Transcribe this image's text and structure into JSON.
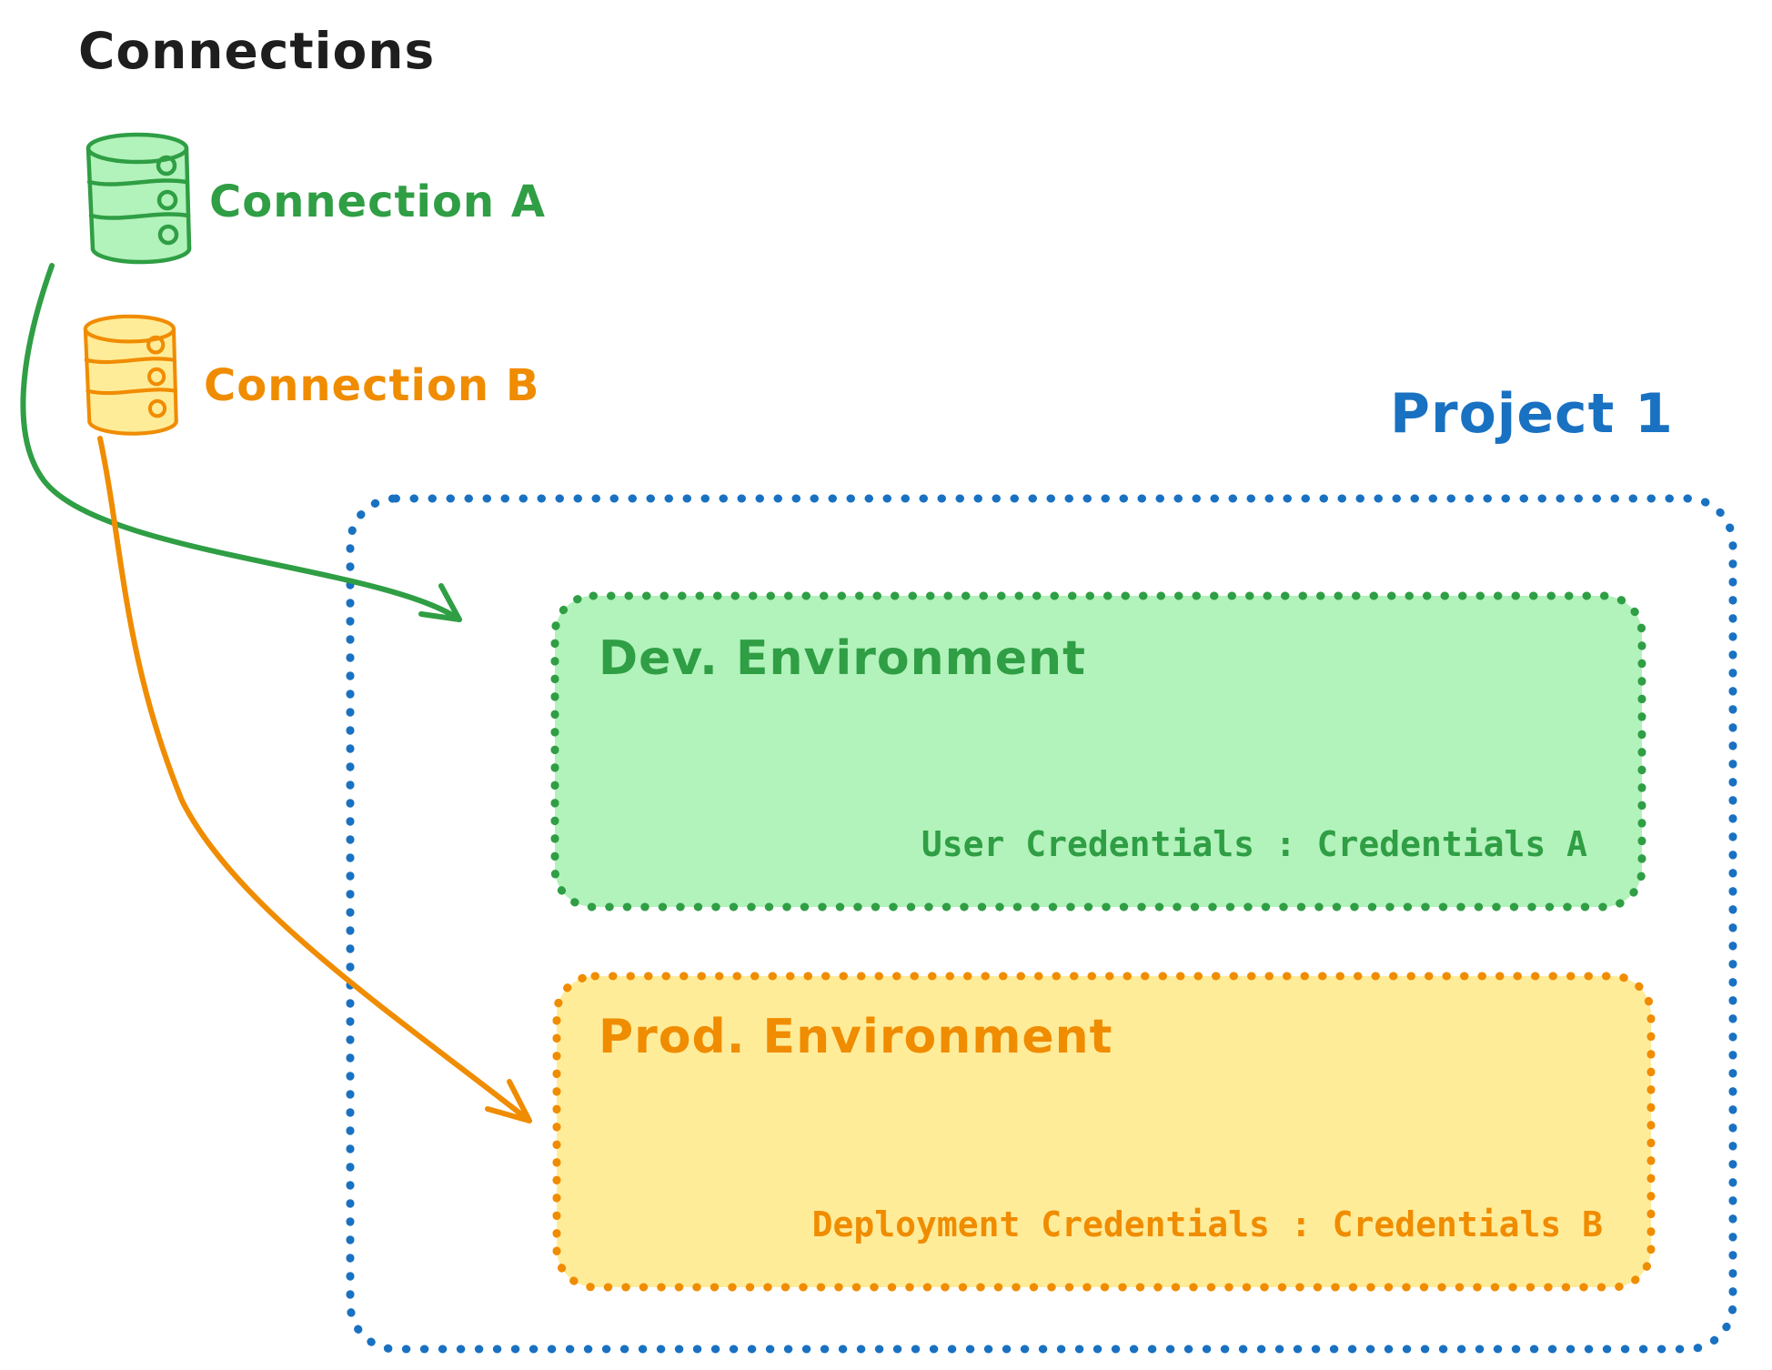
{
  "diagram_title": "Connections",
  "colors": {
    "black": "#1e1e1e",
    "blue": "#1971c2",
    "green_stroke": "#2f9e44",
    "green_fill": "#b2f2bb",
    "orange_stroke": "#f08c00",
    "orange_fill": "#ffec99",
    "background": "#ffffff"
  },
  "connections": [
    {
      "label": "Connection A",
      "icon": "database-icon",
      "color": "#2f9e44",
      "fill": "#b2f2bb"
    },
    {
      "label": "Connection B",
      "icon": "database-icon",
      "color": "#f08c00",
      "fill": "#ffec99"
    }
  ],
  "project": {
    "title": "Project 1",
    "color": "#1971c2",
    "border_style": "dotted",
    "environments": [
      {
        "name": "Dev. Environment",
        "credentials_line": "User Credentials : Credentials A",
        "color": "#2f9e44",
        "fill": "#b2f2bb",
        "border_style": "dotted",
        "linked_connection": "Connection A"
      },
      {
        "name": "Prod. Environment",
        "credentials_line": "Deployment Credentials : Credentials B",
        "color": "#f08c00",
        "fill": "#ffec99",
        "border_style": "dotted",
        "linked_connection": "Connection B"
      }
    ]
  }
}
